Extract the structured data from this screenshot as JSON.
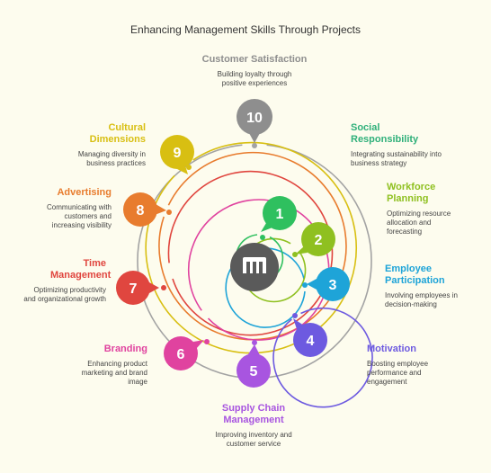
{
  "title": "Enhancing Management Skills Through Projects",
  "center_icon": "m-logo-icon",
  "items": [
    {
      "number": "1",
      "title": "",
      "description": "",
      "color": "#2fc05f"
    },
    {
      "number": "2",
      "title": "Workforce Planning",
      "description": "Optimizing resource allocation and forecasting",
      "color": "#8fc020"
    },
    {
      "number": "3",
      "title": "Employee Participation",
      "description": "Involving employees in decision-making",
      "color": "#1ea4d8"
    },
    {
      "number": "4",
      "title": "Motivation",
      "description": "Boosting employee performance and engagement",
      "color": "#6d5ae0"
    },
    {
      "number": "5",
      "title": "Supply Chain Management",
      "description": "Improving inventory and customer service",
      "color": "#a855e0"
    },
    {
      "number": "6",
      "title": "Branding",
      "description": "Enhancing product marketing and brand image",
      "color": "#e0439f"
    },
    {
      "number": "7",
      "title": "Time Management",
      "description": "Optimizing productivity and organizational growth",
      "color": "#e0463f"
    },
    {
      "number": "8",
      "title": "Advertising",
      "description": "Communicating with customers and increasing visibility",
      "color": "#e87c2e"
    },
    {
      "number": "9",
      "title": "Cultural Dimensions",
      "description": "Managing diversity in business practices",
      "color": "#d8bf12"
    },
    {
      "number": "10",
      "title": "Customer Satisfaction",
      "description": "Building loyalty through positive experiences",
      "color": "#8e8e8e"
    },
    {
      "number": "",
      "title": "Social Responsibility",
      "description": "Integrating sustainability into business strategy",
      "color": "#2fb07a"
    }
  ]
}
